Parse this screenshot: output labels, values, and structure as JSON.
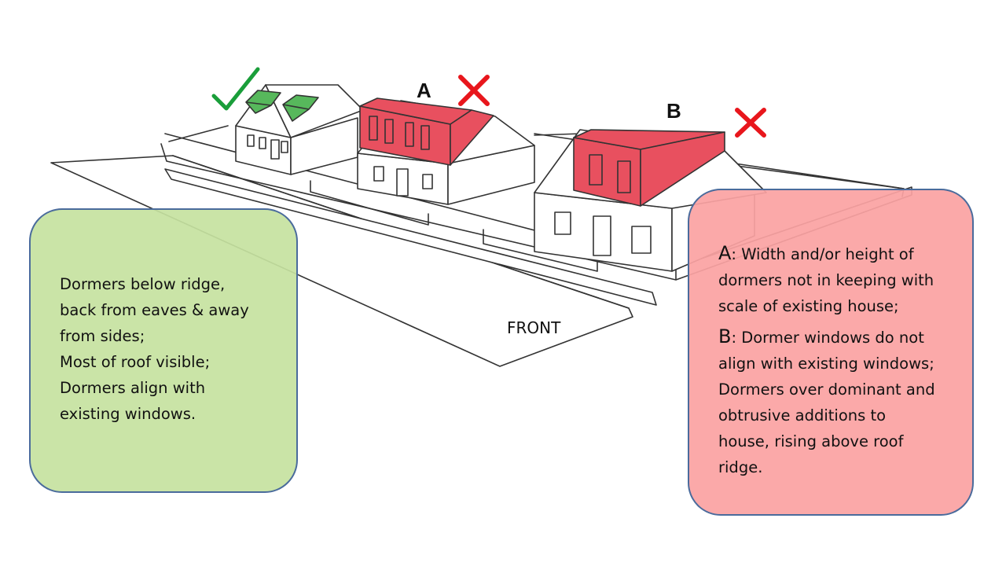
{
  "labels": {
    "a": "A",
    "b": "B",
    "front": "FRONT"
  },
  "good_note": {
    "lines": [
      "Dormers below ridge,",
      "back from eaves & away",
      "from sides;",
      "Most of roof visible;",
      "Dormers align with",
      "existing windows."
    ]
  },
  "bad_note": {
    "a_key": "A",
    "a_lines": [
      ": Width and/or height of",
      "dormers not in keeping with",
      "scale of existing house;"
    ],
    "b_key": "B",
    "b_lines": [
      ": Dormer windows do not",
      "align with existing windows;",
      "Dormers over dominant and",
      "obtrusive additions to",
      "house, rising above roof",
      "ridge."
    ]
  },
  "marks": {
    "good": "check-mark",
    "bad": "cross-mark"
  },
  "colors": {
    "good_mark": "#1a9e3a",
    "bad_mark": "#e8161c",
    "good_dormer": "#57b85c",
    "bad_dormer": "#e8505f",
    "good_box": "#c5e2a0",
    "bad_box": "#fba2a2",
    "box_border": "#4a6b9c"
  }
}
